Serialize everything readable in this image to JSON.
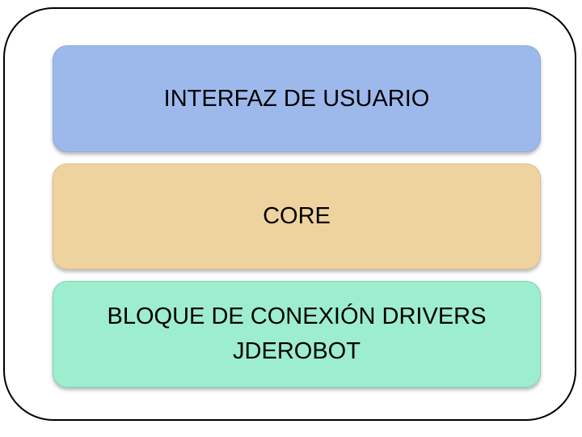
{
  "diagram": {
    "layers": [
      {
        "label": "INTERFAZ DE USUARIO",
        "fill": "#9DB9EC",
        "border": "#8EABDF"
      },
      {
        "label": "CORE",
        "fill": "#EFD39E",
        "border": "#DBC08D"
      },
      {
        "label": "BLOQUE DE CONEXIÓN DRIVERS\nJDEROBOT",
        "fill": "#9DEDCF",
        "border": "#86D1B7"
      }
    ]
  }
}
